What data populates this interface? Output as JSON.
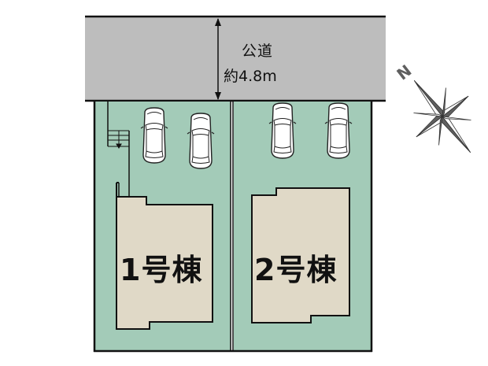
{
  "diagram": {
    "type": "site-plan",
    "road": {
      "name": "公道",
      "width_label": "約4.8m",
      "color": "#bdbdbd"
    },
    "compass": {
      "north_label": "N",
      "color": "#5f5f5f"
    },
    "lots": [
      {
        "id": 1,
        "label": "1号棟",
        "parking_spaces": 2,
        "has_stairs": true
      },
      {
        "id": 2,
        "label": "2号棟",
        "parking_spaces": 2,
        "has_stairs": false
      }
    ],
    "colors": {
      "lot_fill": "#a3cbb8",
      "building_fill": "#e0d9c7",
      "outline": "#111111"
    }
  }
}
